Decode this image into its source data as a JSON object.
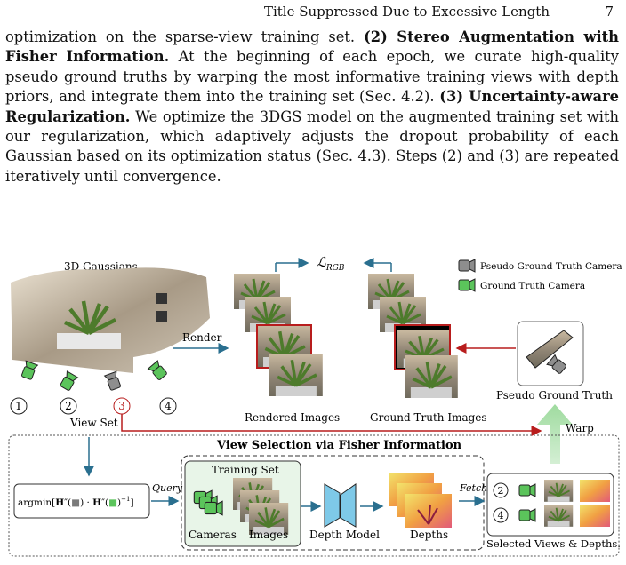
{
  "header": {
    "running_title": "Title Suppressed Due to Excessive Length",
    "page_number": "7"
  },
  "paragraph": {
    "t1": "optimization on the sparse-view training set. ",
    "b1": "(2) Stereo Augmentation with Fisher Information.",
    "t2": " At the beginning of each epoch, we curate high-quality pseudo ground truths by warping the most informative training views with depth priors, and integrate them into the training set (Sec. 4.2). ",
    "b2": "(3) Uncertainty-aware Regularization.",
    "t3": " We optimize the 3DGS model on the augmented training set with our regularization, which adaptively adjusts the dropout probability of each Gaussian based on its optimization status (Sec. 4.3). Steps (2) and (3) are repeated iteratively until convergence."
  },
  "figure": {
    "gaussians_label": "3D Gaussians",
    "view_numbers": [
      "1",
      "2",
      "3",
      "4"
    ],
    "view_set_label": "View Set",
    "render_label": "Render",
    "loss_label": "ℒ",
    "loss_sub": "RGB",
    "legend": {
      "pseudo": "Pseudo Ground Truth Camera",
      "gt": "Ground Truth Camera"
    },
    "rendered_label": "Rendered Images",
    "gt_images_label": "Ground Truth Images",
    "pseudo_gt_label": "Pseudo Ground Truth",
    "warp_label": "Warp",
    "fisher_title": "View Selection via Fisher Information",
    "argmin_prefix": "argmin[",
    "H_bold": "H",
    "argmin_mid": "″(",
    "argmin_dot": ") · ",
    "argmin_end": ")",
    "argmin_exp": "−1",
    "argmin_close": "]",
    "query_label": "Query",
    "training_set_label": "Training Set",
    "cameras_label": "Cameras",
    "images_label": "Images",
    "depth_model_label": "Depth Model",
    "depths_label": "Depths",
    "fetch_label": "Fetch",
    "selected_numbers": [
      "2",
      "4"
    ],
    "selected_label": "Selected Views & Depths.",
    "colors": {
      "accent": "#2a6f8f",
      "red": "#b81d1d",
      "green": "#5bc45b",
      "gray": "#7a7a7a",
      "depth_blue": "#7ec9e8"
    }
  }
}
